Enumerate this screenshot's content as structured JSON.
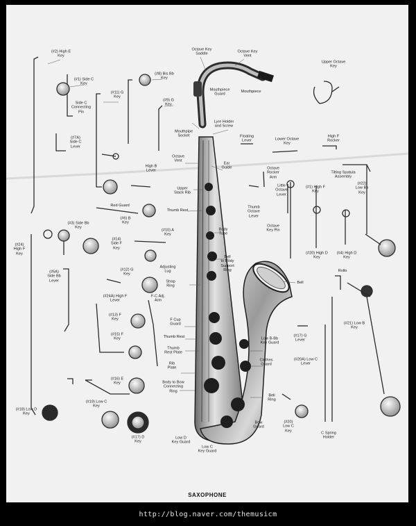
{
  "caption": "SAXOPHONE",
  "watermark": "http://blog.naver.com/themusicm",
  "labels": {
    "l01": "(#2) High E\nKey",
    "l02": "(#1) Side C\nKey",
    "l03": "Side C\nConnecting\nPin",
    "l04": "(#11) G\nKey",
    "l05": "(#8) Bis Bb\nKey",
    "l06": "(#9) G\nKey",
    "l07": "Octave Key\nSaddle",
    "l08": "Octave Key\nVent",
    "l09": "Mouthpiece\nGuard",
    "l10": "Mouthpiece",
    "l11": "Upper Octave\nKey",
    "l12": "(#7A)\nSide C\nLever",
    "l13": "Lyre Holder\nand Screw",
    "l14": "Mouthpipe\nSocket",
    "l15": "Floating\nLever",
    "l16": "Lower Octave\nKey",
    "l17": "High F\nRocker",
    "l18": "Octave\nVent",
    "l19": "Ear\nGuide",
    "l20": "Tilting Spatula\nAssembly",
    "l21": "High B\nLever",
    "l22": "Octave\nRocker\nArm",
    "l23": "(#22)\nLow Bb\nKey",
    "l24": "Upper\nStack Rib",
    "l25": "Little\nOctave\nLever",
    "l26": "(#1) High F\nKey",
    "l27": "Red Guard",
    "l28": "Thumb Rest",
    "l29": "Thumb\nOctave\nLever",
    "l30": "(#3) Side Bb\nKey",
    "l31": "(#6) B\nKey",
    "l32": "Body\nTube",
    "l33": "Octave\nKey Pin",
    "l34": "(#24)\nHigh F\nKey",
    "l35": "(#14)\nSide F\nKey",
    "l36": "(#10) A\nKey",
    "l37": "(#20) High D\nKey",
    "l38": "(#4) High D\nKey",
    "l39": "Adjusting\nLug",
    "l40": "Bell\nto Body\nSupport\nRing",
    "l41": "(#5A)\nSide Bb\nLever",
    "l42": "(#12) G\nKey",
    "l43": "Strap\nRing",
    "l44": "Bell",
    "l45": "Rollo",
    "l46": "(#24A) High F\nLever",
    "l47": "F-C Adj.\nArm",
    "l48": "(#13) F\nKey",
    "l49": "F Cup\nGuard",
    "l50": "(#21) Low B\nKey",
    "l51": "Low B-Bb\nKey Guard",
    "l52": "(#15) F\nKey",
    "l53": "Thumb Rest",
    "l54": "(#17) G\nLever",
    "l55": "Thumb\nRest Plate",
    "l56": "Clothes\nGuard",
    "l57": "Rib\nPlate",
    "l58": "(#20A) Low C\nLever",
    "l59": "(#16) E\nKey",
    "l60": "Body to Bow\nConnecting\nRing",
    "l61": "(#19) Low C\nKey",
    "l62": "Bell\nRing",
    "l63": "(#18) Low D\nKey",
    "l64": "Bow\nGuard",
    "l65": "(#20)\nLow C\nKey",
    "l66": "(#17) D\nKey",
    "l67": "Low D\nKey Guard",
    "l68": "Low C\nKey Guard",
    "l69": "C Spring\nHolder"
  }
}
